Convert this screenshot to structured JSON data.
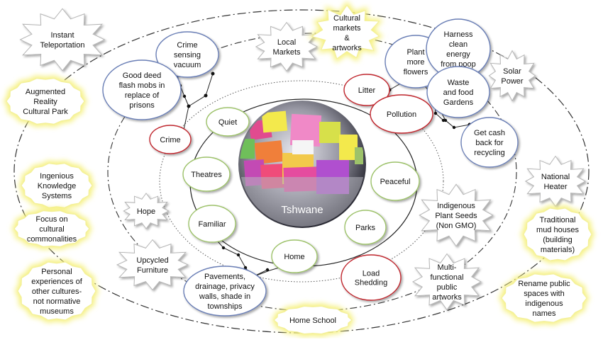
{
  "center": {
    "label": "Tshwane"
  },
  "nodes": {
    "quiet": {
      "lines": [
        "Quiet"
      ]
    },
    "theatres": {
      "lines": [
        "Theatres"
      ]
    },
    "familiar": {
      "lines": [
        "Familiar"
      ]
    },
    "peaceful": {
      "lines": [
        "Peaceful"
      ]
    },
    "parks": {
      "lines": [
        "Parks"
      ]
    },
    "home": {
      "lines": [
        "Home"
      ]
    },
    "crime": {
      "lines": [
        "Crime"
      ]
    },
    "litter": {
      "lines": [
        "Litter"
      ]
    },
    "pollution": {
      "lines": [
        "Pollution"
      ]
    },
    "load_shedding": {
      "lines": [
        "Load",
        "Shedding"
      ]
    },
    "crime_vacuum": {
      "lines": [
        "Crime",
        "sensing",
        "vacuum"
      ]
    },
    "flash_mobs": {
      "lines": [
        "Good deed",
        "flash mobs in",
        "replace of",
        "prisons"
      ]
    },
    "plant_flowers": {
      "lines": [
        "Plant",
        "more",
        "flowers"
      ]
    },
    "harness_energy": {
      "lines": [
        "Harness",
        "clean",
        "energy",
        "from poop"
      ]
    },
    "waste_gardens": {
      "lines": [
        "Waste",
        "and food",
        "Gardens"
      ]
    },
    "cash_recycling": {
      "lines": [
        "Get cash",
        "back for",
        "recycling"
      ]
    },
    "pavements": {
      "lines": [
        "Pavements,",
        "drainage, privacy",
        "walls, shade  in",
        "townships"
      ]
    },
    "instant_teleport": {
      "lines": [
        "Instant",
        "Teleportation"
      ]
    },
    "local_markets": {
      "lines": [
        "Local",
        "Markets"
      ]
    },
    "cultural_markets": {
      "lines": [
        "Cultural",
        "markets",
        "&",
        "artworks"
      ]
    },
    "solar_power": {
      "lines": [
        "Solar",
        "Power"
      ]
    },
    "ar_park": {
      "lines": [
        "Augmented",
        "Reality",
        "Cultural Park"
      ]
    },
    "national_heater": {
      "lines": [
        "National",
        "Heater"
      ]
    },
    "ingenious": {
      "lines": [
        "Ingenious",
        "Knowledge",
        "Systems"
      ]
    },
    "hope": {
      "lines": [
        "Hope"
      ]
    },
    "indigenous_seeds": {
      "lines": [
        "Indigenous",
        "Plant Seeds",
        "(Non GMO)"
      ]
    },
    "cultural_commonalities": {
      "lines": [
        "Focus on",
        "cultural",
        "commonalities"
      ]
    },
    "mud_houses": {
      "lines": [
        "Traditional",
        "mud houses",
        "(building",
        "materials)"
      ]
    },
    "upcycled": {
      "lines": [
        "Upcycled",
        "Furniture"
      ]
    },
    "public_artworks": {
      "lines": [
        "Multi-",
        "functional",
        "public",
        "artworks"
      ]
    },
    "personal_experiences": {
      "lines": [
        "Personal",
        "experiences of",
        "other cultures-",
        "not normative",
        "museums"
      ]
    },
    "rename_spaces": {
      "lines": [
        "Rename public",
        "spaces with",
        "indigenous",
        "names"
      ]
    },
    "home_school": {
      "lines": [
        "Home School"
      ]
    }
  },
  "colors": {
    "green_node": "#9dc26a",
    "red_node": "#c0272d",
    "blue_node": "#6b7fb6",
    "glow": "#f5f07a",
    "starburst_fill": "#ffffff",
    "line": "#222222"
  }
}
